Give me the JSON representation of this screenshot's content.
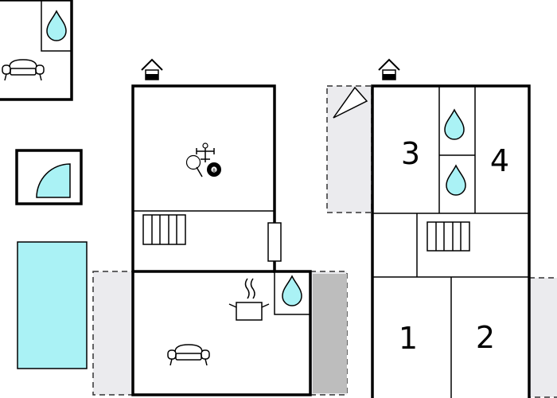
{
  "diagram": {
    "rooms": [
      {
        "id": "bedroom-1",
        "label": "1"
      },
      {
        "id": "bedroom-2",
        "label": "2"
      },
      {
        "id": "bedroom-3",
        "label": "3"
      },
      {
        "id": "bedroom-4",
        "label": "4"
      }
    ],
    "icons": {
      "pool_ball": "8",
      "entrance": "house-entrance-icon",
      "bathroom": "water-drop-icon",
      "living": "sofa-icon",
      "kitchen": "cooking-pot-icon",
      "stairs": "stairs-icon",
      "games": "table-tennis-foosball-billiards-icon",
      "pool": "swimming-pool-icon",
      "jacuzzi": "jacuzzi-icon",
      "terrace": "terrace-area"
    },
    "colors": {
      "water": "#aaf2f5",
      "terrace": "#ebebee",
      "walls": "#000000",
      "shade": "#bdbdbd"
    }
  }
}
